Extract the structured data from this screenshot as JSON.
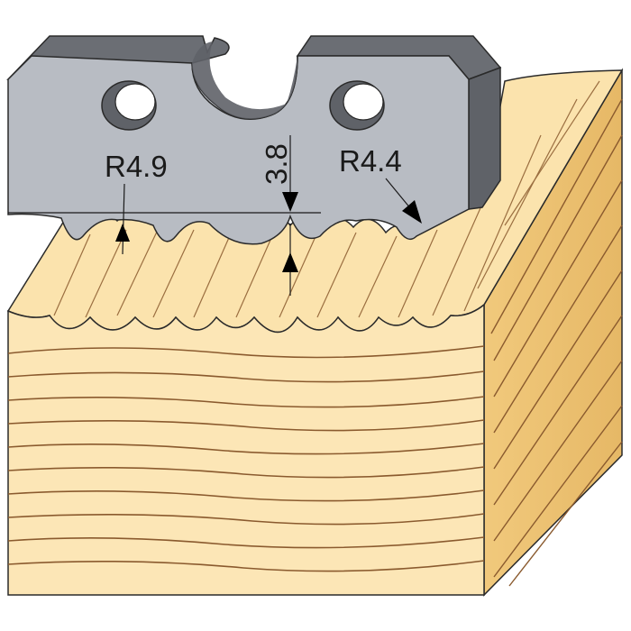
{
  "colors": {
    "blade_face": "#b8bcc3",
    "blade_side": "#5f6268",
    "blade_top": "#6b6e74",
    "wood_light": "#fbe4b0",
    "wood_mid": "#f3cf8a",
    "wood_side": "#e9be6e",
    "grain_line": "#8a5a2e",
    "outline": "#2a2a2a"
  },
  "annotations": {
    "left_radius": "R4.9",
    "right_radius": "R4.4",
    "depth": "3.8"
  }
}
